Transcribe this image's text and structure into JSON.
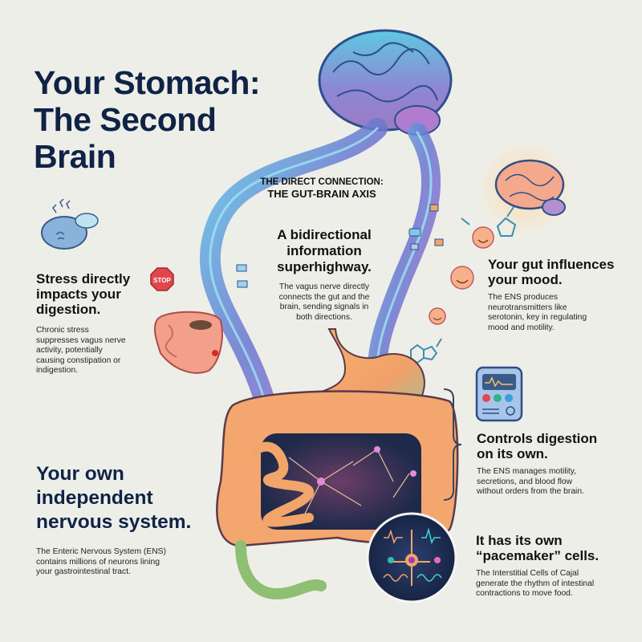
{
  "title": {
    "line1": "Your Stomach:",
    "line2": "The Second",
    "line3": "Brain"
  },
  "axis": {
    "kicker": "THE DIRECT CONNECTION:",
    "label": "THE GUT-BRAIN AXIS",
    "heading_lines": [
      "A bidirectional",
      "information",
      "superhighway."
    ],
    "body_lines": [
      "The vagus nerve directly",
      "connects the gut and the",
      "brain, sending signals in",
      "both directions."
    ]
  },
  "stress": {
    "heading_lines": [
      "Stress directly",
      "impacts your",
      "digestion."
    ],
    "body_lines": [
      "Chronic stress",
      "suppresses vagus nerve",
      "activity, potentially",
      "causing constipation or",
      "indigestion."
    ],
    "stop_sign": "STOP"
  },
  "mood": {
    "heading_lines": [
      "Your gut influences",
      "your mood."
    ],
    "body_lines": [
      "The ENS produces",
      "neurotransmitters like",
      "serotonin, key in regulating",
      "mood and motility."
    ]
  },
  "digestion": {
    "heading_lines": [
      "Controls digestion",
      "on its own."
    ],
    "body_lines": [
      "The ENS manages motility,",
      "secretions, and blood flow",
      "without orders from the brain."
    ]
  },
  "ens": {
    "heading_lines": [
      "Your own",
      "independent",
      "nervous system."
    ],
    "body_lines": [
      "The Enteric Nervous System (ENS)",
      "contains millions of neurons lining",
      "your gastrointestinal tract."
    ]
  },
  "pacemaker": {
    "heading_lines": [
      "It has its own",
      "“pacemaker” cells."
    ],
    "body_lines": [
      "The Interstitial Cells of Cajal",
      "generate the rhythm of intestinal",
      "contractions to move food."
    ]
  },
  "colors": {
    "background": "#eeeee8",
    "title_navy": "#0f2347",
    "brain_blue": "#6fb6d9",
    "brain_purple": "#8d7fc9",
    "gut_orange": "#f2a56a",
    "stop_red": "#e0474c"
  },
  "icons": [
    "stressed-brain-icon",
    "stop-sign-icon",
    "inflamed-intestine-icon",
    "glowing-brain-icon",
    "serotonin-molecule-icon",
    "smiley-icon",
    "control-panel-icon",
    "brace-icon",
    "neuron-circle-icon"
  ]
}
